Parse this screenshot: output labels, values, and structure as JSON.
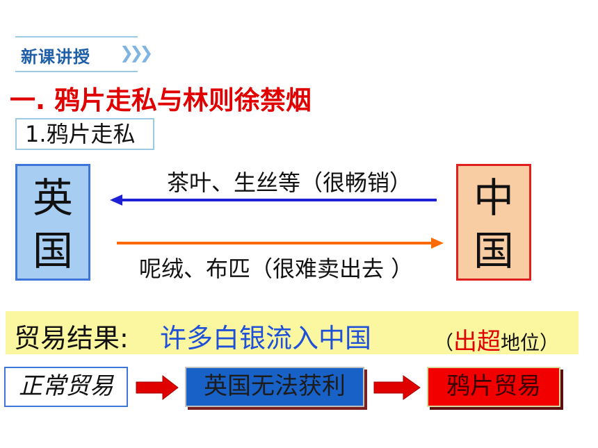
{
  "header": {
    "tag": "新课讲授",
    "chevrons": "❯❯❯"
  },
  "title": "一. 鸦片走私与林则徐禁烟",
  "subtitle": "1.鸦片走私",
  "countries": {
    "britain": [
      "英",
      "国"
    ],
    "china": [
      "中",
      "国"
    ]
  },
  "flows": {
    "china_to_britain": "茶叶、生丝等（很畅销）",
    "britain_to_china": "呢绒、布匹（很难卖出去 ）"
  },
  "result": {
    "label": "贸易结果:",
    "text": "许多白银流入中国",
    "note_open": "（",
    "note_red": "出超",
    "note_rest": "地位）"
  },
  "chain": [
    "正常贸易",
    "英国无法获利",
    "鸦片贸易"
  ],
  "colors": {
    "title": "#e00000",
    "britain_fill": "#a8cdf3",
    "china_fill": "#f8cda4",
    "blue_arrow": "#1f1fd6",
    "orange_arrow": "#ff6a00",
    "result_bg": "#fbf6a0",
    "result_text": "#1e50d8"
  }
}
